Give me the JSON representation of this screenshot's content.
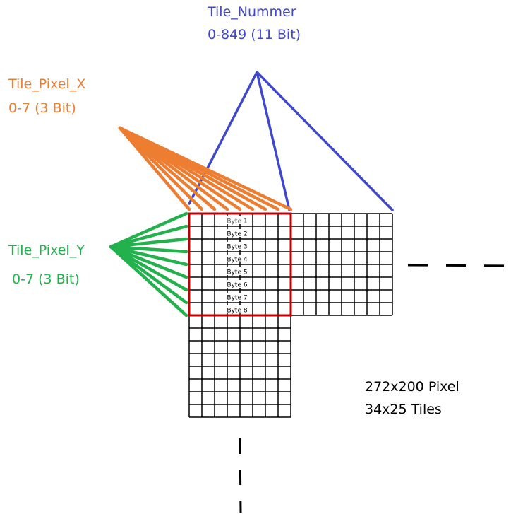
{
  "labels": {
    "tile_nummer": {
      "name": "Tile_Nummer",
      "range": "0-849 (11 Bit)",
      "color": "#3f48cc"
    },
    "tile_pixel_x": {
      "name": "Tile_Pixel_X",
      "range": "0-7 (3 Bit)",
      "color": "#ed7d31"
    },
    "tile_pixel_y": {
      "name": "Tile_Pixel_Y",
      "range": "0-7 (3 Bit)",
      "color": "#22b14c"
    },
    "resolution": {
      "pixels": "272x200 Pixel",
      "tiles": "34x25 Tiles"
    }
  },
  "tile": {
    "grid": "8x8",
    "outline_color": "#c00000",
    "bytes": [
      "Byte 1",
      "Byte 2",
      "Byte 3",
      "Byte 4",
      "Byte 5",
      "Byte 6",
      "Byte 7",
      "Byte 8"
    ]
  }
}
